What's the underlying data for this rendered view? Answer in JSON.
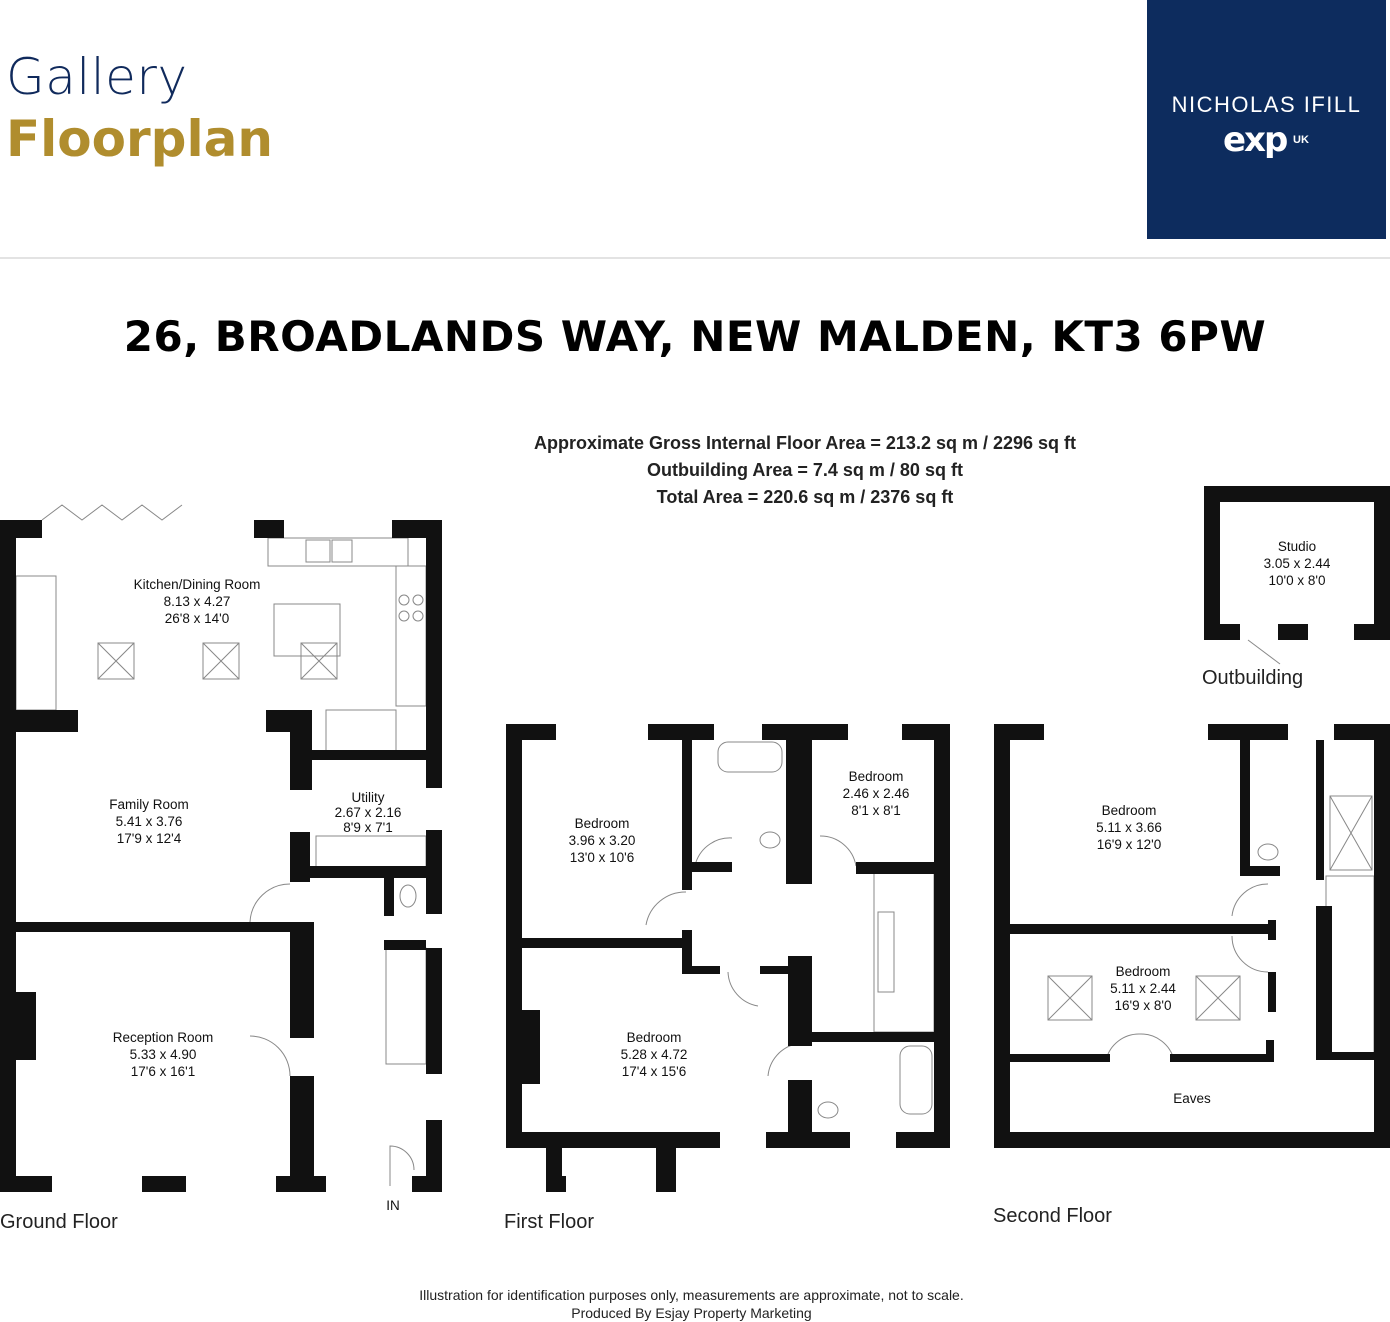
{
  "header": {
    "gallery": "Gallery",
    "floorplan": "Floorplan",
    "logo": {
      "name": "NICHOLAS IFILL",
      "exp": "exp",
      "uk": "UK",
      "background": "#0d2c5e"
    }
  },
  "address": "26, BROADLANDS WAY, NEW MALDEN, KT3 6PW",
  "areas": {
    "gross": "Approximate Gross Internal Floor Area = 213.2 sq m / 2296 sq ft",
    "outbuilding": "Outbuilding Area = 7.4 sq m / 80 sq ft",
    "total": "Total Area = 220.6 sq m / 2376 sq ft"
  },
  "rooms": {
    "kitchen": {
      "name": "Kitchen/Dining Room",
      "metric": "8.13 x 4.27",
      "imperial": "26'8 x 14'0"
    },
    "family": {
      "name": "Family Room",
      "metric": "5.41 x 3.76",
      "imperial": "17'9 x 12'4"
    },
    "utility": {
      "name": "Utility",
      "metric": "2.67 x 2.16",
      "imperial": "8'9 x 7'1"
    },
    "reception": {
      "name": "Reception Room",
      "metric": "5.33 x 4.90",
      "imperial": "17'6 x 16'1"
    },
    "ff_bed1": {
      "name": "Bedroom",
      "metric": "3.96 x 3.20",
      "imperial": "13'0 x 10'6"
    },
    "ff_bed2": {
      "name": "Bedroom",
      "metric": "2.46 x 2.46",
      "imperial": "8'1 x 8'1"
    },
    "ff_bed3": {
      "name": "Bedroom",
      "metric": "5.28 x 4.72",
      "imperial": "17'4 x 15'6"
    },
    "sf_bed1": {
      "name": "Bedroom",
      "metric": "5.11 x 3.66",
      "imperial": "16'9 x 12'0"
    },
    "sf_bed2": {
      "name": "Bedroom",
      "metric": "5.11 x 2.44",
      "imperial": "16'9 x 8'0"
    },
    "eaves": {
      "name": "Eaves"
    },
    "studio": {
      "name": "Studio",
      "metric": "3.05 x 2.44",
      "imperial": "10'0 x 8'0"
    }
  },
  "labels": {
    "entrance": "IN",
    "ground": "Ground Floor",
    "first": "First Floor",
    "second": "Second Floor",
    "outbuilding": "Outbuilding"
  },
  "footer": {
    "line1": "Illustration for identification purposes only, measurements are approximate, not to scale.",
    "line2": "Produced By Esjay Property Marketing"
  }
}
